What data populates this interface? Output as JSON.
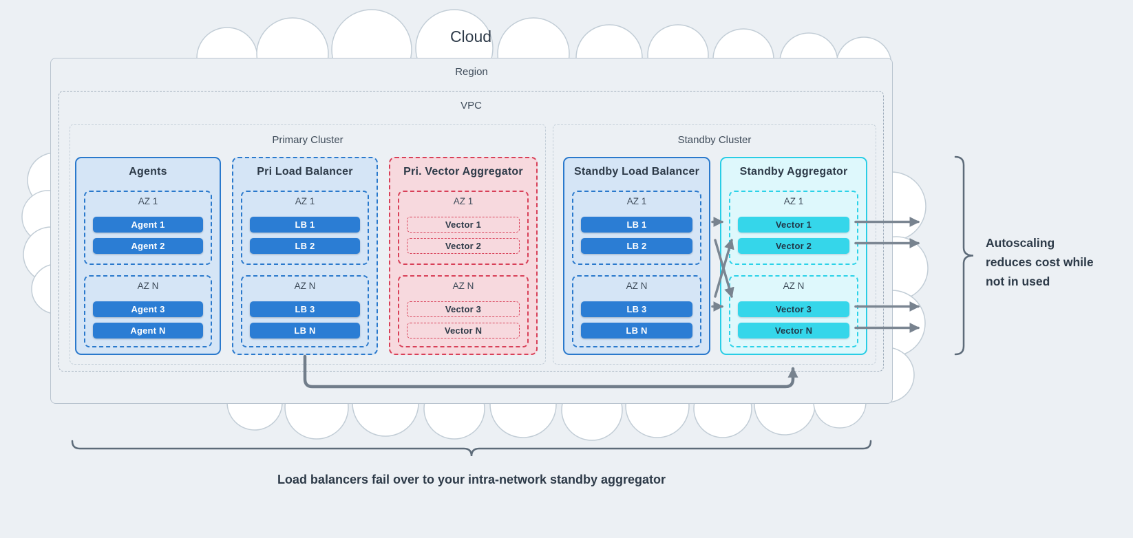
{
  "cloud_label": "Cloud",
  "region_label": "Region",
  "vpc_label": "VPC",
  "clusters": [
    {
      "label": "Primary Cluster"
    },
    {
      "label": "Standby Cluster"
    }
  ],
  "boxes": [
    {
      "title": "Agents",
      "azs": [
        {
          "label": "AZ 1",
          "items": [
            "Agent 1",
            "Agent 2"
          ]
        },
        {
          "label": "AZ N",
          "items": [
            "Agent 3",
            "Agent N"
          ]
        }
      ]
    },
    {
      "title": "Pri Load Balancer",
      "azs": [
        {
          "label": "AZ 1",
          "items": [
            "LB 1",
            "LB 2"
          ]
        },
        {
          "label": "AZ N",
          "items": [
            "LB 3",
            "LB N"
          ]
        }
      ]
    },
    {
      "title": "Pri. Vector Aggregator",
      "azs": [
        {
          "label": "AZ 1",
          "items": [
            "Vector 1",
            "Vector 2"
          ]
        },
        {
          "label": "AZ N",
          "items": [
            "Vector 3",
            "Vector N"
          ]
        }
      ]
    },
    {
      "title": "Standby Load Balancer",
      "azs": [
        {
          "label": "AZ 1",
          "items": [
            "LB 1",
            "LB 2"
          ]
        },
        {
          "label": "AZ N",
          "items": [
            "LB 3",
            "LB N"
          ]
        }
      ]
    },
    {
      "title": "Standby Aggregator",
      "azs": [
        {
          "label": "AZ 1",
          "items": [
            "Vector 1",
            "Vector 2"
          ]
        },
        {
          "label": "AZ N",
          "items": [
            "Vector 3",
            "Vector N"
          ]
        }
      ]
    }
  ],
  "annotations": {
    "autoscaling_line1": "Autoscaling",
    "autoscaling_line2": "reduces cost while",
    "autoscaling_line3": "not in used",
    "failover": "Load balancers fail over to your intra-network standby aggregator"
  },
  "colors": {
    "page_bg": "#ecf0f4",
    "cloud_fill": "#ffffff",
    "cloud_stroke": "#c2cdd6",
    "blue_node": "#2b7dd4",
    "blue_border": "#2a79cc",
    "blue_box_bg": "#d5e5f6",
    "red_border": "#d84058",
    "red_box_bg": "#f7d9de",
    "cyan_border": "#29cde5",
    "cyan_node": "#35d6ea",
    "cyan_box_bg": "#def8fc",
    "arrow_gray": "#78838f",
    "brace_gray": "#5d6b79",
    "text_dark": "#2d3a48"
  }
}
